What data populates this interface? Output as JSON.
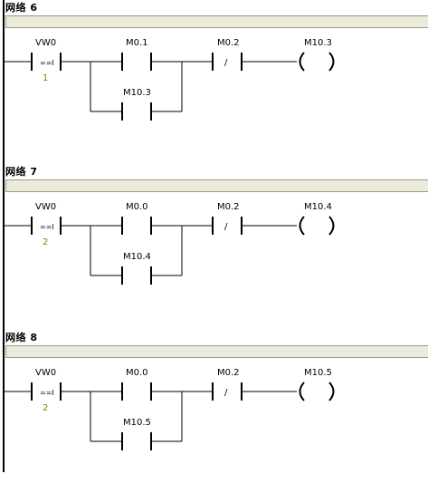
{
  "networks": [
    {
      "title": "网络 6",
      "compare": {
        "operand": "VW0",
        "op": "==I",
        "value": "1"
      },
      "contact_main": "M0.1",
      "contact_branch": "M10.3",
      "contact_nc": "M0.2",
      "nc_symbol": "/",
      "coil": "M10.3"
    },
    {
      "title": "网络 7",
      "compare": {
        "operand": "VW0",
        "op": "==I",
        "value": "2"
      },
      "contact_main": "M0.0",
      "contact_branch": "M10.4",
      "contact_nc": "M0.2",
      "nc_symbol": "/",
      "coil": "M10.4"
    },
    {
      "title": "网络 8",
      "compare": {
        "operand": "VW0",
        "op": "==I",
        "value": "2"
      },
      "contact_main": "M0.0",
      "contact_branch": "M10.5",
      "contact_nc": "M0.2",
      "nc_symbol": "/",
      "coil": "M10.5"
    }
  ]
}
